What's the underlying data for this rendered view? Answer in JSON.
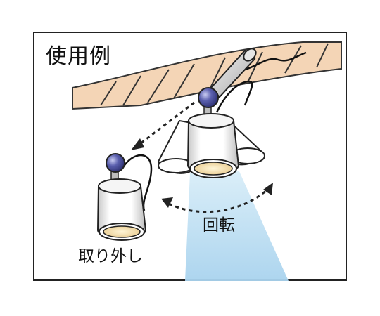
{
  "title": "使用例",
  "labels": {
    "detach": "取り外し",
    "rotate": "回転"
  },
  "colors": {
    "ceiling": "#f4d5b6",
    "ceiling_lines": "#333333",
    "ball": "#4a4f9a",
    "light_beam": "#bfe0f2",
    "lamp_body": "#ffffff",
    "lens": "#f1dfb0",
    "arrow": "#222222"
  },
  "icons": [
    "ceiling-icon",
    "rail-icon",
    "spotlight-icon",
    "detached-spotlight-icon",
    "rotate-arrow-icon",
    "detach-arrow-icon"
  ]
}
